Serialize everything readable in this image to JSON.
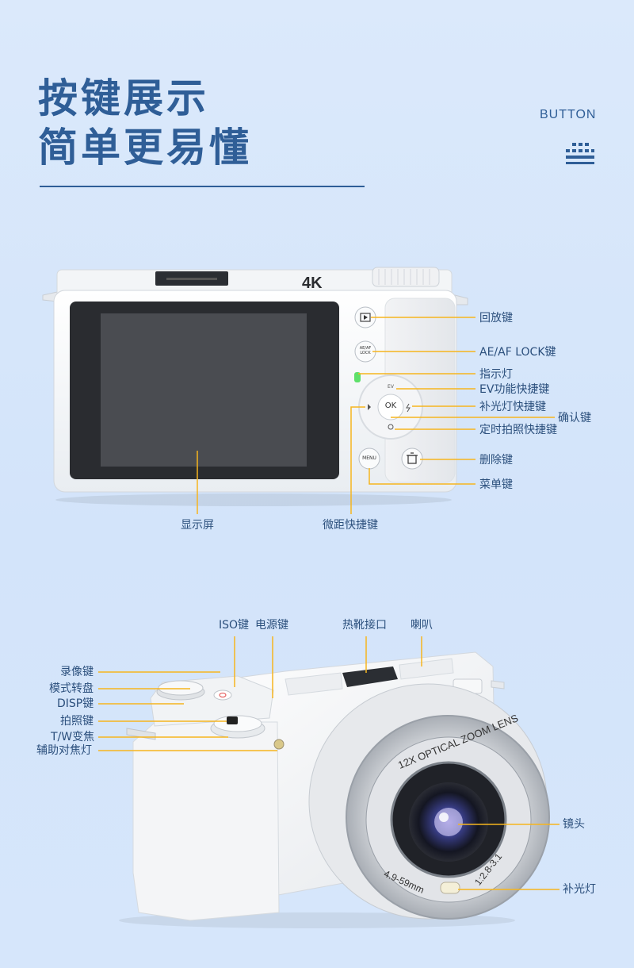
{
  "heading": {
    "line1": "按键展示",
    "line2": "简单更易懂",
    "tag": "BUTTON"
  },
  "camera_back": {
    "screen_brand": "4K",
    "btn_ae": "AE/AF\nLOCK",
    "btn_ok": "OK",
    "btn_menu": "MENU",
    "btn_ev": "EV",
    "labels": {
      "playback": "回放键",
      "ae_af_lock": "AE/AF LOCK键",
      "indicator": "指示灯",
      "ev": "EV功能快捷键",
      "fill_light": "补光灯快捷键",
      "confirm": "确认键",
      "timer": "定时拍照快捷键",
      "delete": "删除键",
      "menu": "菜单键",
      "display": "显示屏",
      "macro": "微距快捷键"
    }
  },
  "camera_front": {
    "lens_text": "12X OPTICAL ZOOM LENS",
    "lens_focal": "4.9-59mm",
    "lens_aperture": "1:2.8-3.1",
    "labels": {
      "iso": "ISO键",
      "power": "电源键",
      "hot_shoe": "热靴接口",
      "speaker": "喇叭",
      "record": "录像键",
      "mode_dial": "模式转盘",
      "disp": "DISP键",
      "shutter": "拍照键",
      "zoom": "T/W变焦",
      "af_assist": "辅助对焦灯",
      "lens": "镜头",
      "fill_light": "补光灯"
    }
  },
  "colors": {
    "title": "#2f5e97",
    "label": "#2b4f7c",
    "leader": "#f6b51e",
    "indicator": "#5ee06a"
  }
}
